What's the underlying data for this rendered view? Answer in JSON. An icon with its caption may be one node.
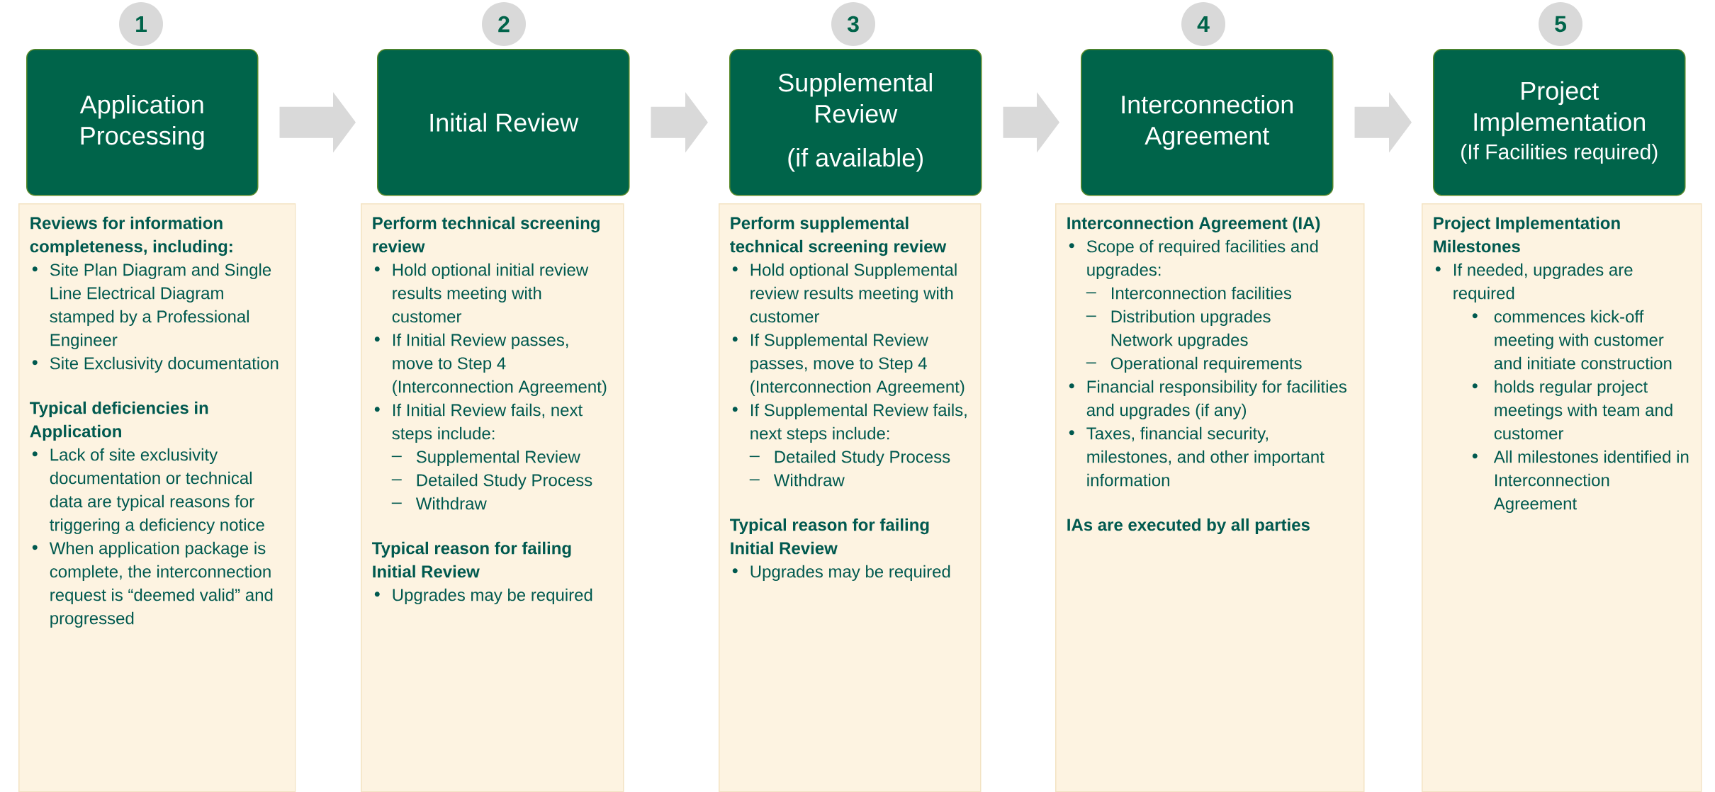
{
  "diagram": {
    "nodes": [
      {
        "text": [
          "1"
        ]
      },
      {
        "text": [
          "Application Processing"
        ]
      },
      {
        "text": [
          "Reviews for information completeness, including:",
          "Site Plan Diagram and Single Line Electrical Diagram stamped by a Professional Engineer",
          "Site Exclusivity documentation",
          "Typical deficiencies in Application",
          "Lack of site exclusivity documentation or technical data are typical reasons for triggering a deficiency notice",
          "When application package is complete, the interconnection request is “deemed valid” and progressed"
        ]
      },
      {
        "text": [
          "2"
        ]
      },
      {
        "text": [
          "Initial Review"
        ]
      },
      {
        "text": [
          "Perform technical screening review",
          "Hold optional initial review results meeting with customer",
          "If Initial Review passes, move to Step 4 (Interconnection Agreement)",
          "If Initial Review fails, next steps include:",
          "Supplemental Review",
          "Detailed Study Process",
          "Withdraw",
          "Typical reason for failing Initial Review",
          "Upgrades may be required"
        ]
      },
      {
        "text": [
          "3"
        ]
      },
      {
        "text": [
          "Supplemental Review",
          "(if available)"
        ]
      },
      {
        "text": [
          "Perform supplemental technical screening review",
          "Hold optional Supplemental review results meeting with customer",
          "If Supplemental Review passes, move to Step 4 (Interconnection Agreement)",
          "If Supplemental Review fails, next steps include:",
          "Detailed Study Process",
          "Withdraw",
          "Typical reason for failing Initial Review",
          "Upgrades may be required"
        ]
      },
      {
        "text": [
          "4"
        ]
      },
      {
        "text": [
          "Interconnection Agreement"
        ]
      },
      {
        "text": [
          "Interconnection Agreement (IA)",
          "Scope of required facilities and upgrades:",
          "Interconnection facilities",
          "Distribution upgrades",
          "Network upgrades",
          "Operational requirements",
          "Financial responsibility for facilities and upgrades (if any)",
          "Taxes, financial security, milestones, and other important information",
          "IAs are executed by all parties"
        ]
      },
      {
        "text": [
          "5"
        ]
      },
      {
        "text": [
          "Project Implementation",
          "(If Facilities required)"
        ]
      },
      {
        "text": [
          "Project Implementation Milestones",
          "If needed, upgrades are required",
          "commences kick-off meeting with customer and initiate construction",
          "holds regular project meetings with team and customer",
          "All milestones identified in Interconnection Agreement"
        ]
      }
    ],
    "edges": [
      {
        "from": 1,
        "to": 4,
        "arrow": "to"
      },
      {
        "from": 4,
        "to": 7,
        "arrow": "to"
      },
      {
        "from": 7,
        "to": 10,
        "arrow": "to"
      },
      {
        "from": 10,
        "to": 13,
        "arrow": "to"
      }
    ]
  }
}
